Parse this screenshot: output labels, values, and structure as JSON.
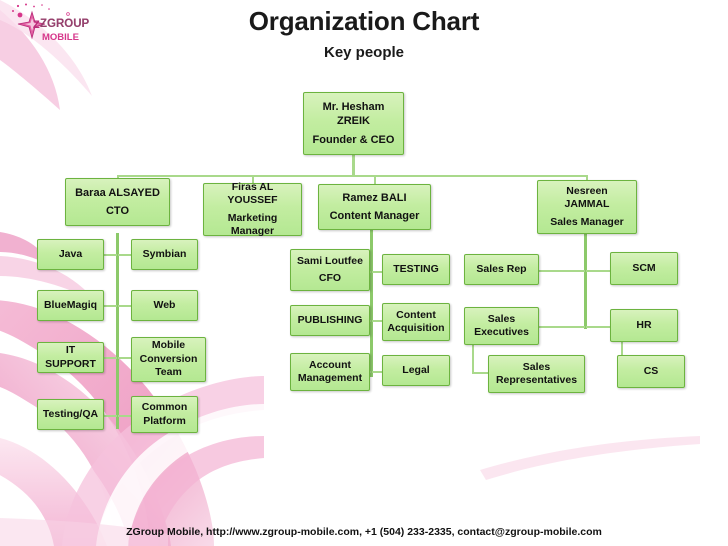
{
  "slide": {
    "title": "Organization Chart",
    "subtitle": "Key people",
    "footer": "ZGroup Mobile, http://www.zgroup-mobile.com, +1 (504) 233-2335, contact@zgroup-mobile.com",
    "logo": {
      "name": "zgroup-mobile-logo",
      "line1": "ZGROUP",
      "line2": "MOBILE",
      "color": "#d6368a"
    }
  },
  "theme": {
    "box_fill_top": "#d8f2bd",
    "box_fill_bottom": "#b4e892",
    "box_border": "#6cb33f",
    "connector": "#a9d98b",
    "accent_pink": "#ef9fc4",
    "text": "#111111"
  },
  "chart_data": {
    "type": "diagram",
    "title": "Organization Chart",
    "subtitle": "Key people",
    "nodes": [
      {
        "id": "ceo",
        "line1": "Mr. Hesham",
        "line2": "ZREIK",
        "line3": "Founder & CEO"
      },
      {
        "id": "cto",
        "line1": "Baraa ALSAYED",
        "line2": "",
        "line3": "CTO"
      },
      {
        "id": "marketing",
        "line1": "Firas AL YOUSSEF",
        "line2": "Marketing",
        "line3": "Manager"
      },
      {
        "id": "content",
        "line1": "Ramez BALI",
        "line2": "",
        "line3": "Content Manager"
      },
      {
        "id": "sales",
        "line1": "Nesreen",
        "line2": "JAMMAL",
        "line3": "Sales Manager"
      },
      {
        "id": "java",
        "line1": "Java"
      },
      {
        "id": "symbian",
        "line1": "Symbian"
      },
      {
        "id": "bluemagiq",
        "line1": "BlueMagiq"
      },
      {
        "id": "web",
        "line1": "Web"
      },
      {
        "id": "itsupport",
        "line1": "IT SUPPORT"
      },
      {
        "id": "mobileconv",
        "line1": "Mobile",
        "line2": "Conversion",
        "line3": "Team"
      },
      {
        "id": "testingqa",
        "line1": "Testing/QA"
      },
      {
        "id": "common",
        "line1": "Common",
        "line2": "Platform"
      },
      {
        "id": "cfo",
        "line1": "Sami Loutfee",
        "line2": "",
        "line3": "CFO"
      },
      {
        "id": "testing",
        "line1": "TESTING"
      },
      {
        "id": "publishing",
        "line1": "PUBLISHING"
      },
      {
        "id": "contentacq",
        "line1": "Content",
        "line2": "Acquisition"
      },
      {
        "id": "account",
        "line1": "Account",
        "line2": "Management"
      },
      {
        "id": "legal",
        "line1": "Legal"
      },
      {
        "id": "salesrep",
        "line1": "Sales Rep"
      },
      {
        "id": "scm",
        "line1": "SCM"
      },
      {
        "id": "salesexec",
        "line1": "Sales",
        "line2": "Executives"
      },
      {
        "id": "hr",
        "line1": "HR"
      },
      {
        "id": "salesreps",
        "line1": "Sales",
        "line2": "Representatives"
      },
      {
        "id": "cs",
        "line1": "CS"
      }
    ],
    "edges": [
      [
        "ceo",
        "cto"
      ],
      [
        "ceo",
        "marketing"
      ],
      [
        "ceo",
        "content"
      ],
      [
        "ceo",
        "sales"
      ],
      [
        "cto",
        "java"
      ],
      [
        "cto",
        "symbian"
      ],
      [
        "cto",
        "bluemagiq"
      ],
      [
        "cto",
        "web"
      ],
      [
        "cto",
        "itsupport"
      ],
      [
        "cto",
        "mobileconv"
      ],
      [
        "cto",
        "testingqa"
      ],
      [
        "cto",
        "common"
      ],
      [
        "content",
        "cfo"
      ],
      [
        "content",
        "testing"
      ],
      [
        "content",
        "publishing"
      ],
      [
        "content",
        "contentacq"
      ],
      [
        "content",
        "account"
      ],
      [
        "content",
        "legal"
      ],
      [
        "sales",
        "salesrep"
      ],
      [
        "sales",
        "scm"
      ],
      [
        "sales",
        "salesexec"
      ],
      [
        "sales",
        "hr"
      ],
      [
        "salesexec",
        "salesreps"
      ],
      [
        "hr",
        "cs"
      ]
    ]
  }
}
